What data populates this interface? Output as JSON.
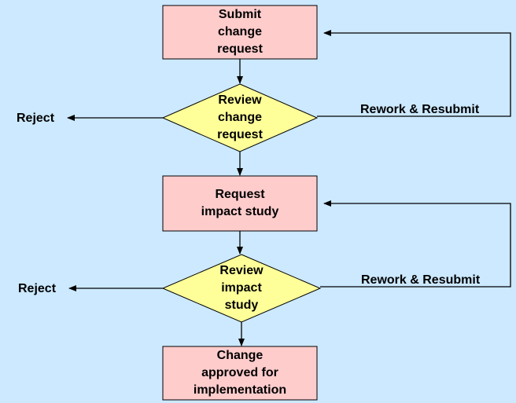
{
  "colors": {
    "background": "#cce9ff",
    "process_fill": "#ffcccc",
    "decision_fill": "#ffff99",
    "stroke": "#000000"
  },
  "nodes": {
    "submit": {
      "text": "Submit\nchange\nrequest",
      "shape": "rectangle"
    },
    "review_change": {
      "text": "Review\nchange\nrequest",
      "shape": "diamond"
    },
    "impact_study": {
      "text": "Request\nimpact study",
      "shape": "rectangle"
    },
    "review_impact": {
      "text": "Review\nimpact\nstudy",
      "shape": "diamond"
    },
    "approved": {
      "text": "Change\napproved for\nimplementation",
      "shape": "rectangle"
    }
  },
  "edges": {
    "reject_1": "Reject",
    "rework_1": "Rework & Resubmit",
    "reject_2": "Reject",
    "rework_2": "Rework & Resubmit"
  }
}
